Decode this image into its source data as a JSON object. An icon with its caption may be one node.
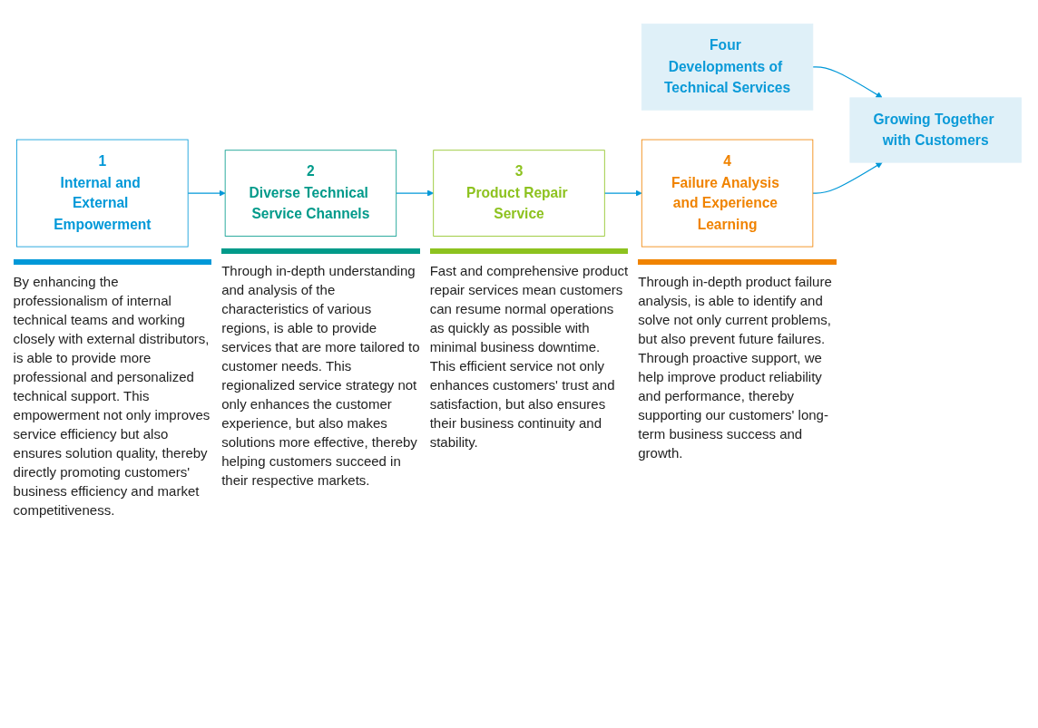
{
  "diagram": {
    "nodes": [
      {
        "text": [
          "Growing Together with Customers"
        ]
      },
      {
        "text": [
          "Four Developments of Technical Services"
        ]
      },
      {
        "text": [
          "1",
          "Internal and External Empowerment"
        ],
        "beside": [
          "By enhancing the professionalism of internal technical teams and working closely with external distributors, is able to provide more professional and personalized technical support. This empowerment not only improves service efficiency but also ensures solution quality, thereby directly promoting customers' business efficiency and market competitiveness."
        ]
      },
      {
        "text": [
          "2",
          "Diverse Technical Service Channels"
        ],
        "beside": [
          "Through in-depth understanding and analysis of the characteristics of various regions, is able to provide services that are more tailored to customer needs. This regionalized service strategy not only enhances the customer experience, but also makes solutions more effective, thereby helping customers succeed in their respective markets."
        ]
      },
      {
        "text": [
          "3",
          "Product Repair Service"
        ],
        "beside": [
          "Fast and comprehensive product repair services mean customers can resume normal operations as quickly as possible with minimal business downtime. This efficient service not only enhances customers' trust and satisfaction, but also ensures their business continuity and stability."
        ]
      },
      {
        "text": [
          "4",
          "Failure Analysis and Experience Learning"
        ],
        "beside": [
          "Through in-depth product failure analysis, is able to identify and solve not only current problems, but also prevent future failures. Through proactive support, we help improve product reliability and performance, thereby supporting our customers' long-term business success and growth."
        ]
      }
    ],
    "edges": [
      {
        "from": 1,
        "to": 0,
        "arrow": "to"
      },
      {
        "from": 2,
        "to": 3,
        "arrow": "to"
      },
      {
        "from": 3,
        "to": 4,
        "arrow": "to"
      },
      {
        "from": 4,
        "to": 5,
        "arrow": "to"
      },
      {
        "from": 5,
        "to": 0,
        "arrow": "to"
      }
    ]
  }
}
